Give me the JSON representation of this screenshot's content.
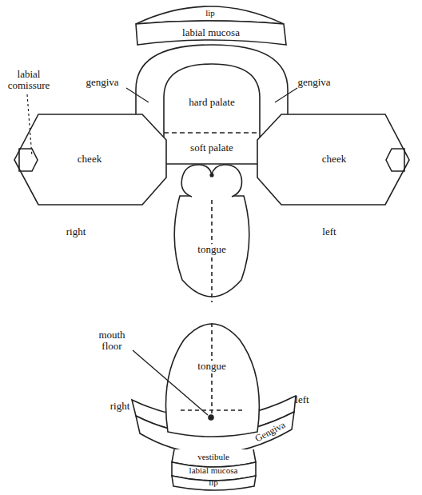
{
  "diagram": {
    "nodes": [
      {
        "text": [
          "lip"
        ]
      },
      {
        "text": [
          "labial mucosa"
        ]
      },
      {
        "text": [
          "hard palate"
        ]
      },
      {
        "text": [
          "soft palate"
        ]
      },
      {
        "text": [
          "cheek"
        ]
      },
      {
        "text": [
          "cheek"
        ]
      },
      {
        "text": [
          "tongue"
        ]
      },
      {
        "text": [
          "tongue"
        ]
      },
      {
        "text": [
          "Gengiva"
        ]
      },
      {
        "text": [
          "vestibule"
        ]
      },
      {
        "text": [
          "labial mucosa"
        ]
      },
      {
        "text": [
          "lip"
        ]
      }
    ],
    "labels": [
      "labial comissure",
      "gengiva",
      "gengiva",
      "right",
      "left",
      "mouth floor",
      "right",
      "left"
    ]
  }
}
